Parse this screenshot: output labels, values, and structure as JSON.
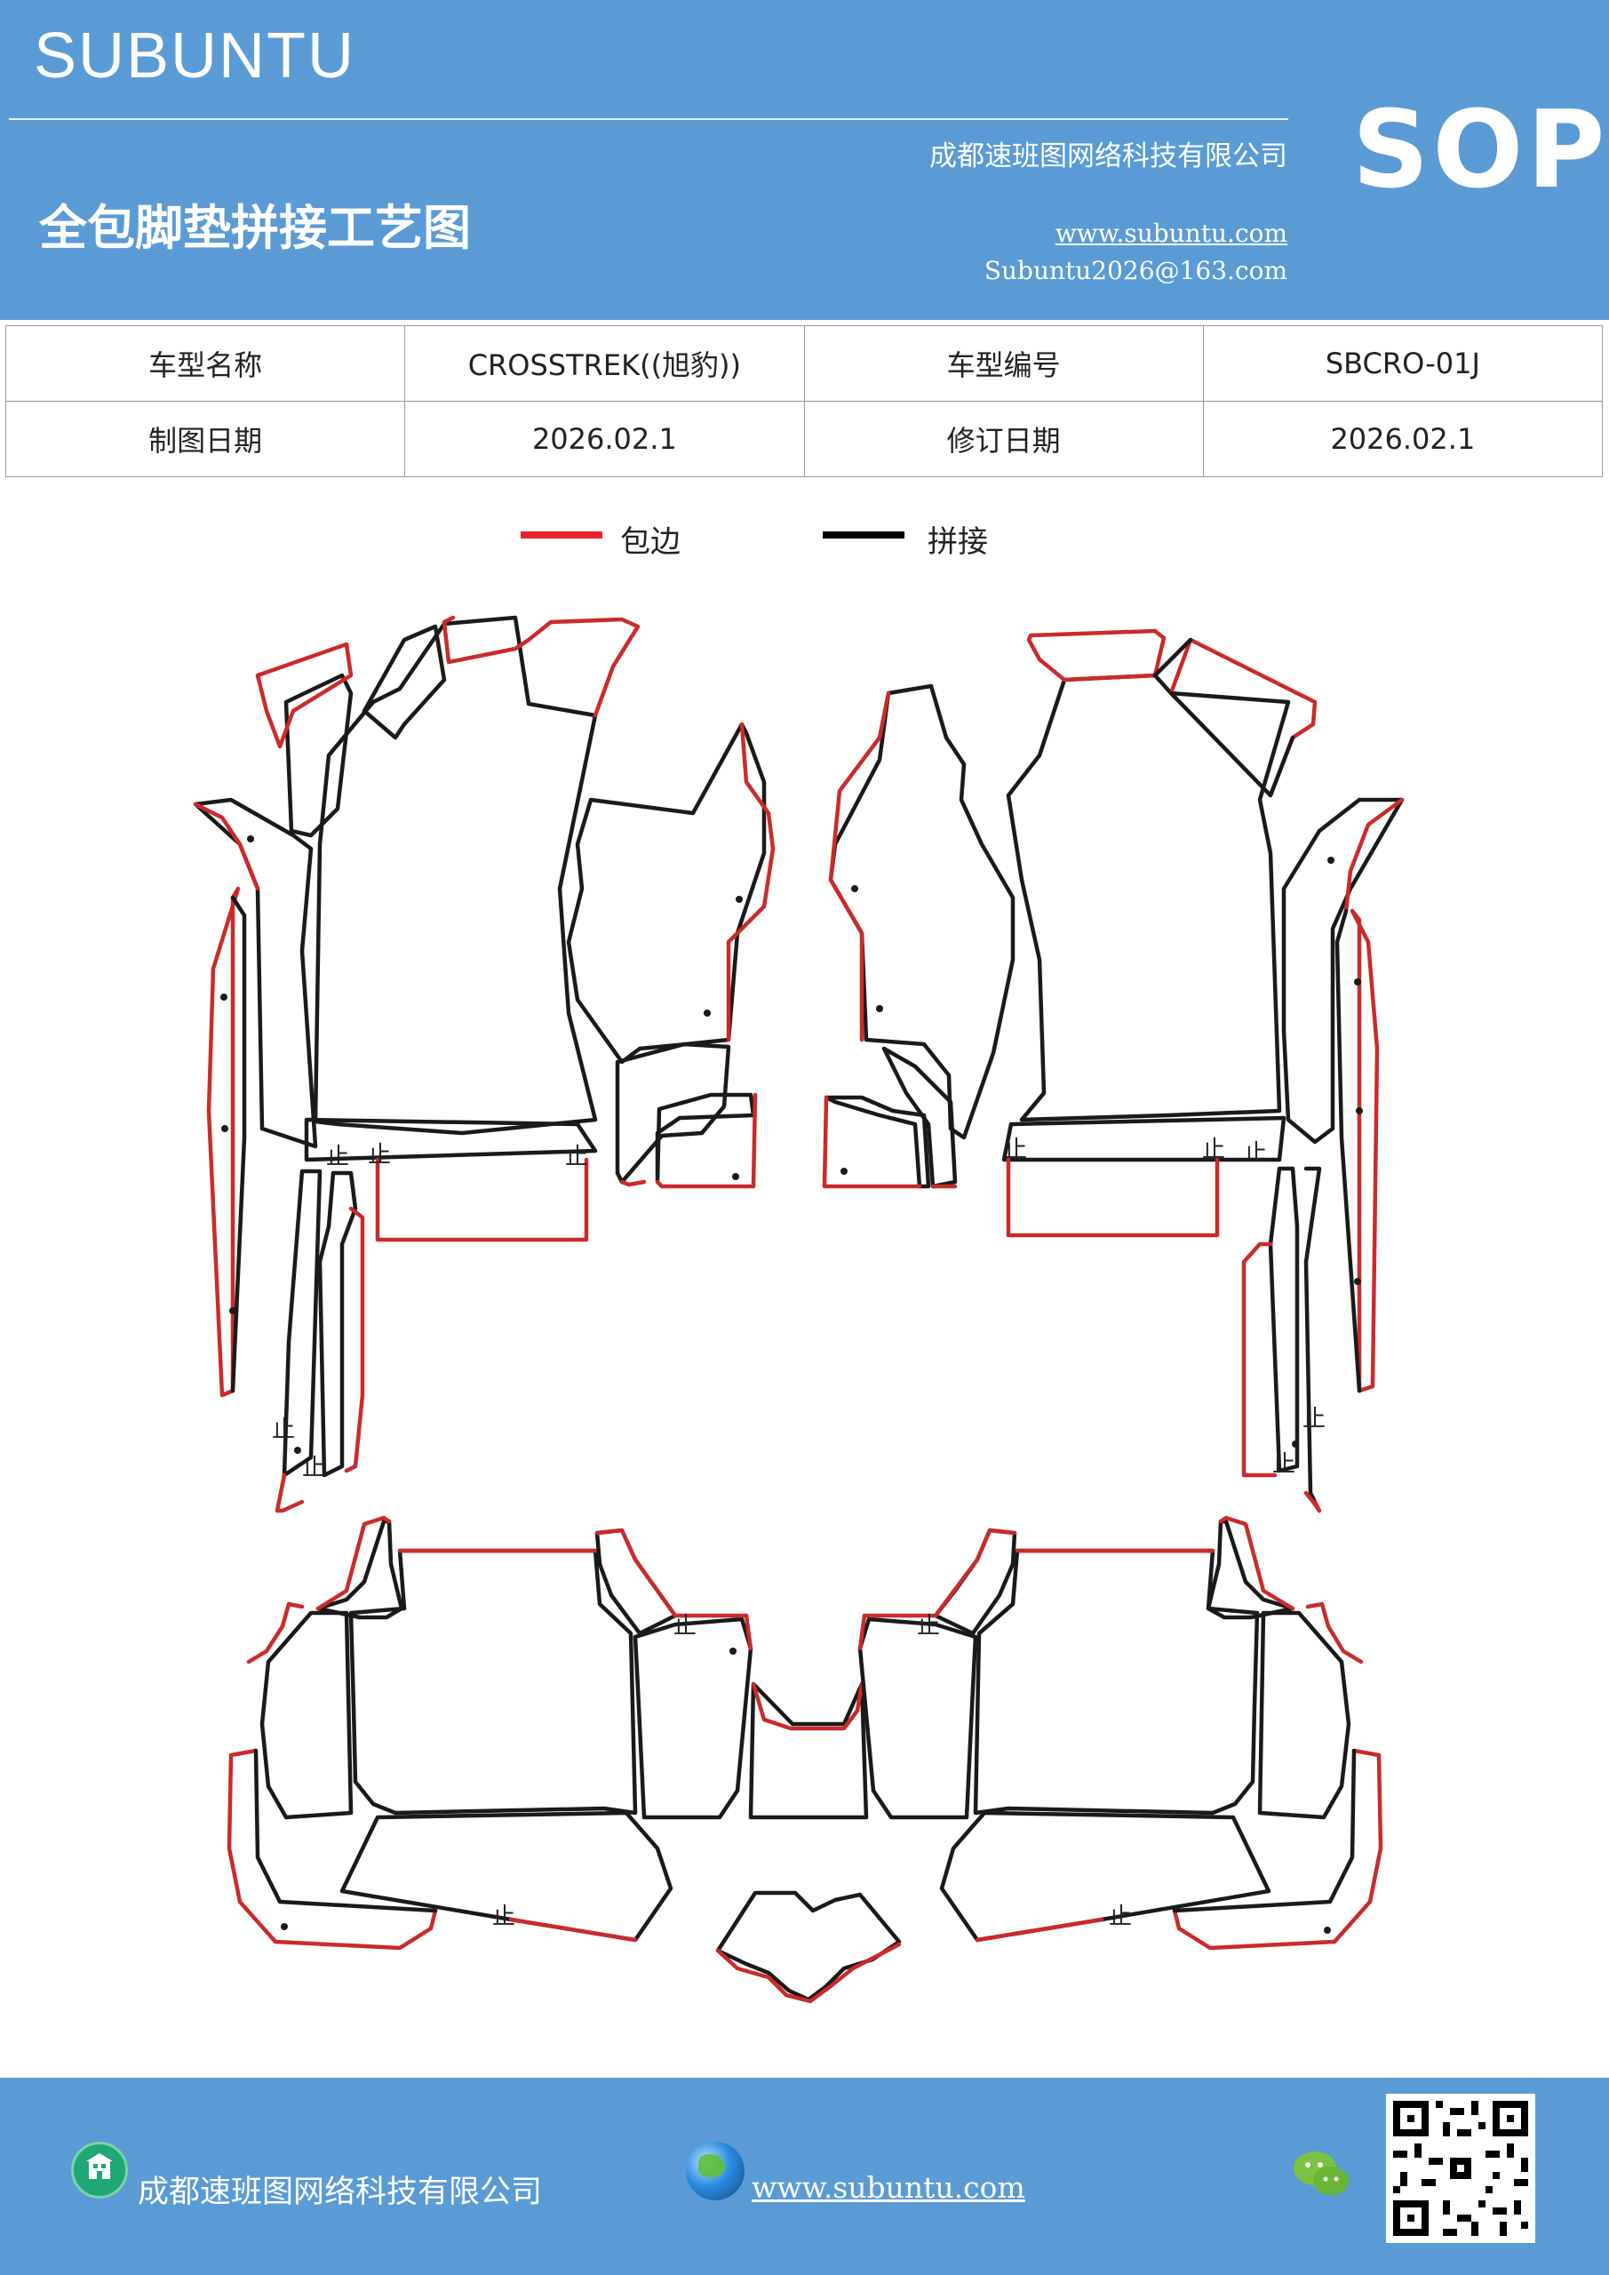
{
  "header": {
    "brand": "SUBUNTU",
    "company": "成都速班图网络科技有限公司",
    "title": "全包脚垫拼接工艺图",
    "website": "www.subuntu.com",
    "email": "Subuntu2026@163.com",
    "badge": "SOP"
  },
  "info": {
    "model_name_label": "车型名称",
    "model_name": "CROSSTREK((旭豹))",
    "model_code_label": "车型编号",
    "model_code": "SBCRO-01J",
    "draw_date_label": "制图日期",
    "draw_date": "2026.02.1",
    "revise_date_label": "修订日期",
    "revise_date": "2026.02.1"
  },
  "legend": {
    "edge_label": "包边",
    "edge_color": "#e8232a",
    "join_label": "拼接",
    "join_color": "#000000"
  },
  "diagram": {
    "edge_color": "#cc2a2a",
    "join_color": "#1a1a1a",
    "mark_glyph": "止"
  },
  "footer": {
    "company": "成都速班图网络科技有限公司",
    "website": "www.subuntu.com",
    "icons": [
      "building-icon",
      "globe-icon",
      "wechat-icon",
      "qr-code"
    ]
  }
}
